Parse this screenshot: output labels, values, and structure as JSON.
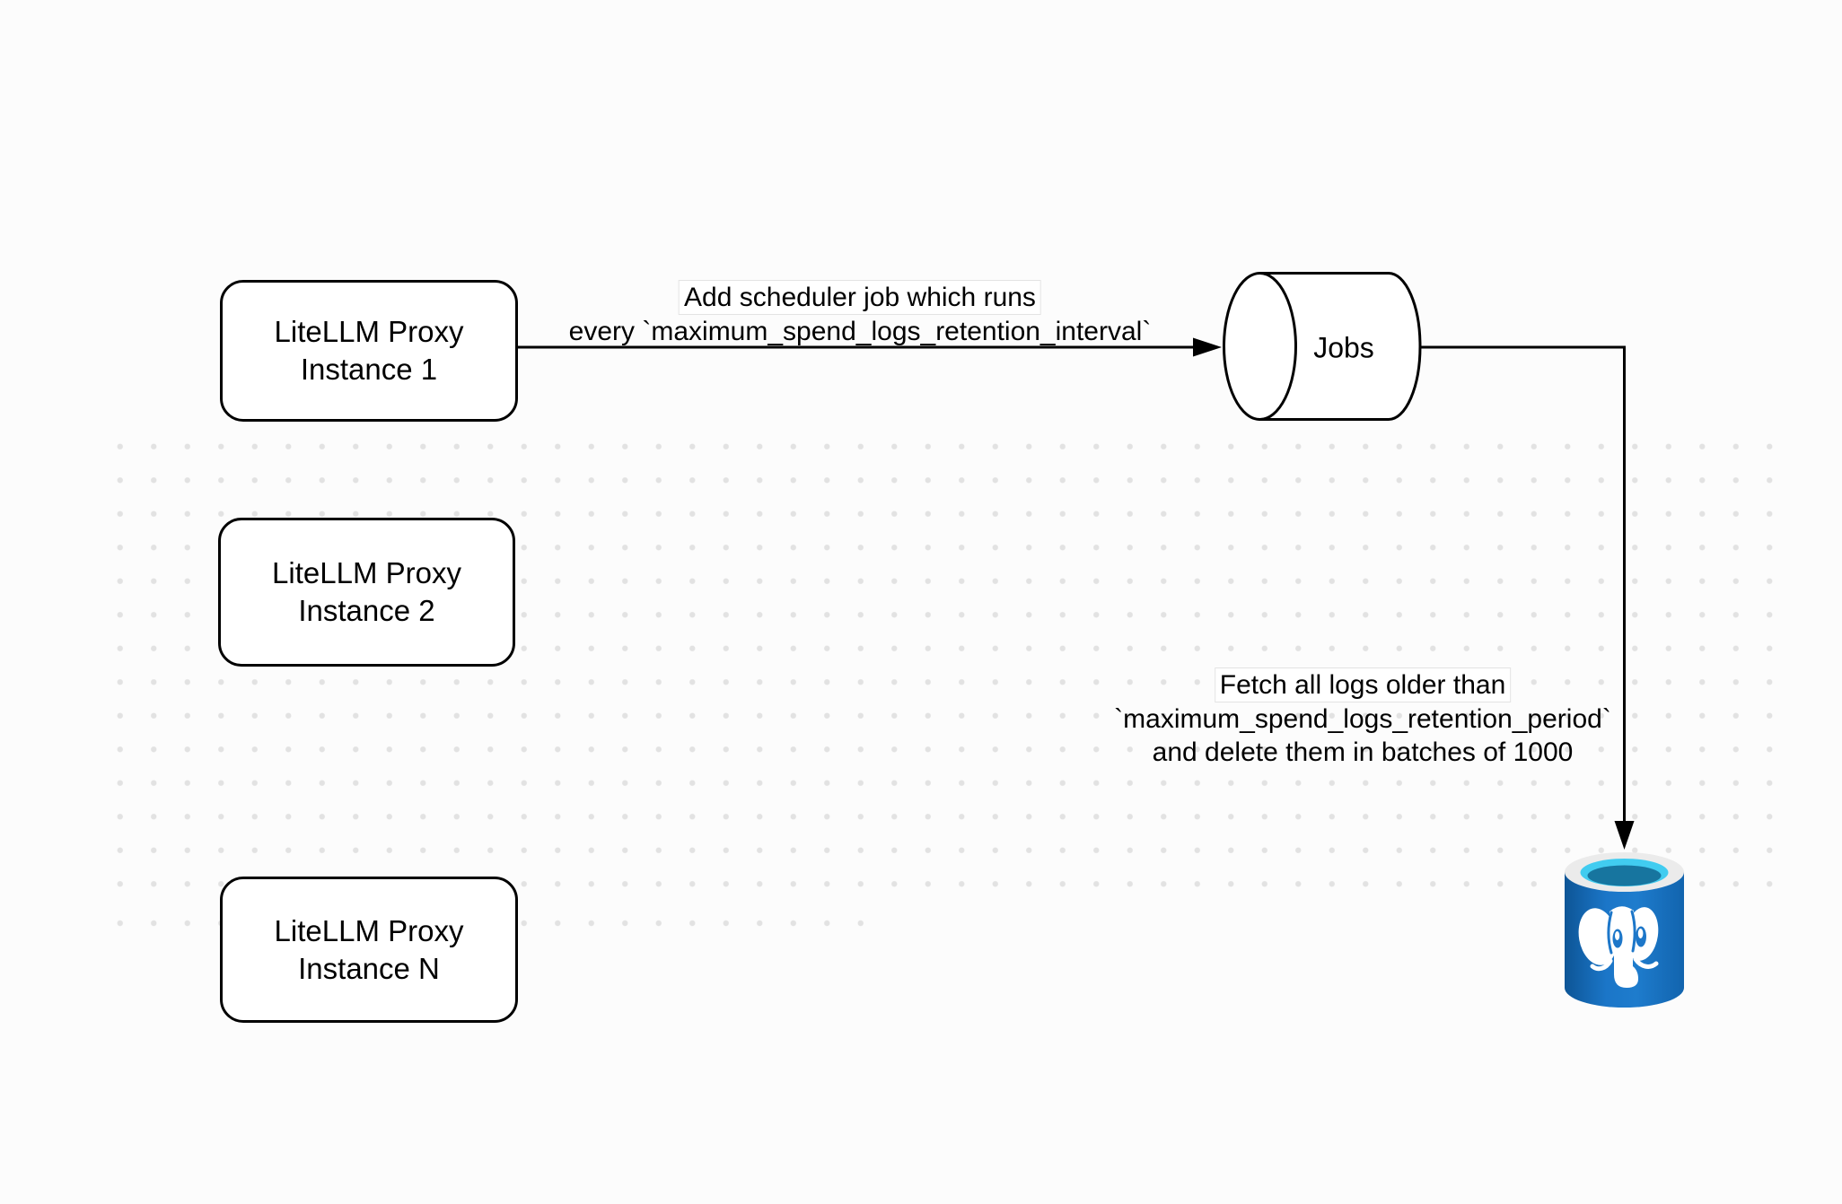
{
  "diagram": {
    "background_color": "#fcfcfc",
    "grid_dot_color": "#e2e2e2",
    "stroke_color": "#000000",
    "nodes": {
      "proxy_instance_1": {
        "title": "LiteLLM Proxy",
        "subtitle": "Instance 1"
      },
      "proxy_instance_2": {
        "title": "LiteLLM Proxy",
        "subtitle": "Instance 2"
      },
      "proxy_instance_n": {
        "title": "LiteLLM Proxy",
        "subtitle": "Instance N"
      },
      "jobs_queue": {
        "label": "Jobs",
        "shape": "horizontal-cylinder"
      },
      "postgres_database": {
        "icon": "postgresql-database-icon",
        "colors": {
          "body_blue": "#1b74c6",
          "rim": "#ebebeb",
          "opening_cyan": "#41ccf0",
          "opening_inner": "#17759f",
          "elephant": "#ffffff"
        }
      }
    },
    "edges": {
      "add_scheduler_job": {
        "from": "proxy_instance_1",
        "to": "jobs_queue",
        "label_lines": [
          "Add scheduler job which runs",
          "every `maximum_spend_logs_retention_interval`"
        ]
      },
      "delete_old_logs": {
        "from": "jobs_queue",
        "to": "postgres_database",
        "label_lines": [
          "Fetch all logs older than",
          "`maximum_spend_logs_retention_period`",
          "and delete them in batches of 1000"
        ]
      }
    }
  }
}
